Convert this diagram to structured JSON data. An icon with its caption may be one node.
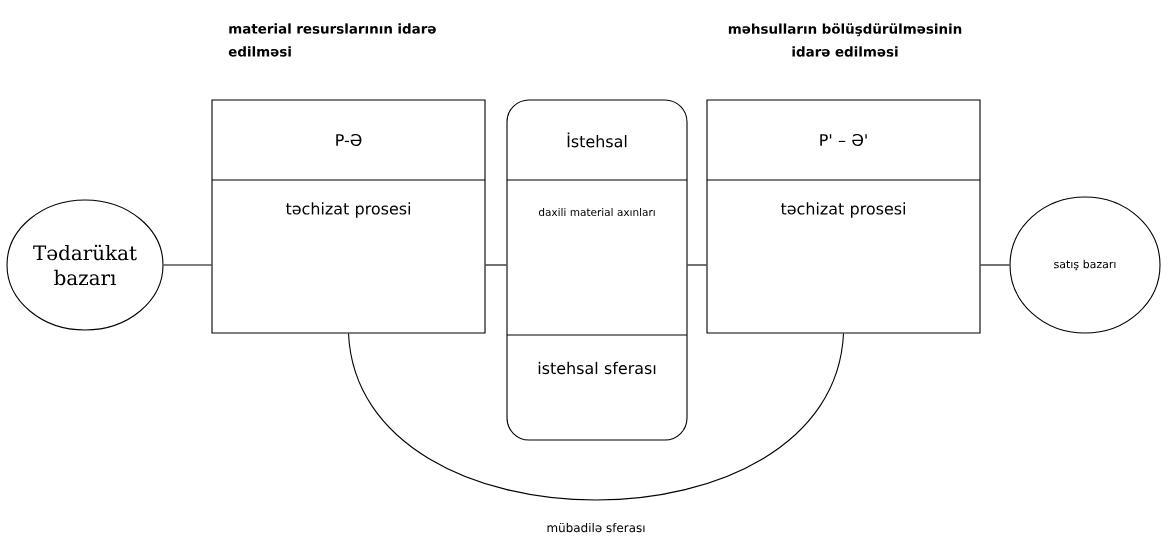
{
  "diagram": {
    "nodes": [
      {
        "text": [
          "Tədarükat bazarı"
        ]
      },
      {
        "text": [
          "P-Ə",
          "təchizat prosesi"
        ],
        "beside": [
          "material resurslarının idarə edilməsi"
        ]
      },
      {
        "text": [
          "İstehsal",
          "daxili material axınları",
          "istehsal sferası"
        ]
      },
      {
        "text": [
          "P' – Ə'",
          "təchizat prosesi"
        ],
        "beside": [
          "məhsulların bölüşdürülməsinin idarə edilməsi"
        ]
      },
      {
        "text": [
          "satış bazarı"
        ]
      }
    ],
    "edges": [
      {
        "from": 0,
        "to": 1,
        "arrow": "none"
      },
      {
        "from": 1,
        "to": 2,
        "arrow": "none"
      },
      {
        "from": 2,
        "to": 3,
        "arrow": "none"
      },
      {
        "from": 3,
        "to": 4,
        "arrow": "none"
      },
      {
        "from": 1,
        "to": 3,
        "arrow": "none",
        "label": "mübadilə sferası"
      }
    ]
  }
}
